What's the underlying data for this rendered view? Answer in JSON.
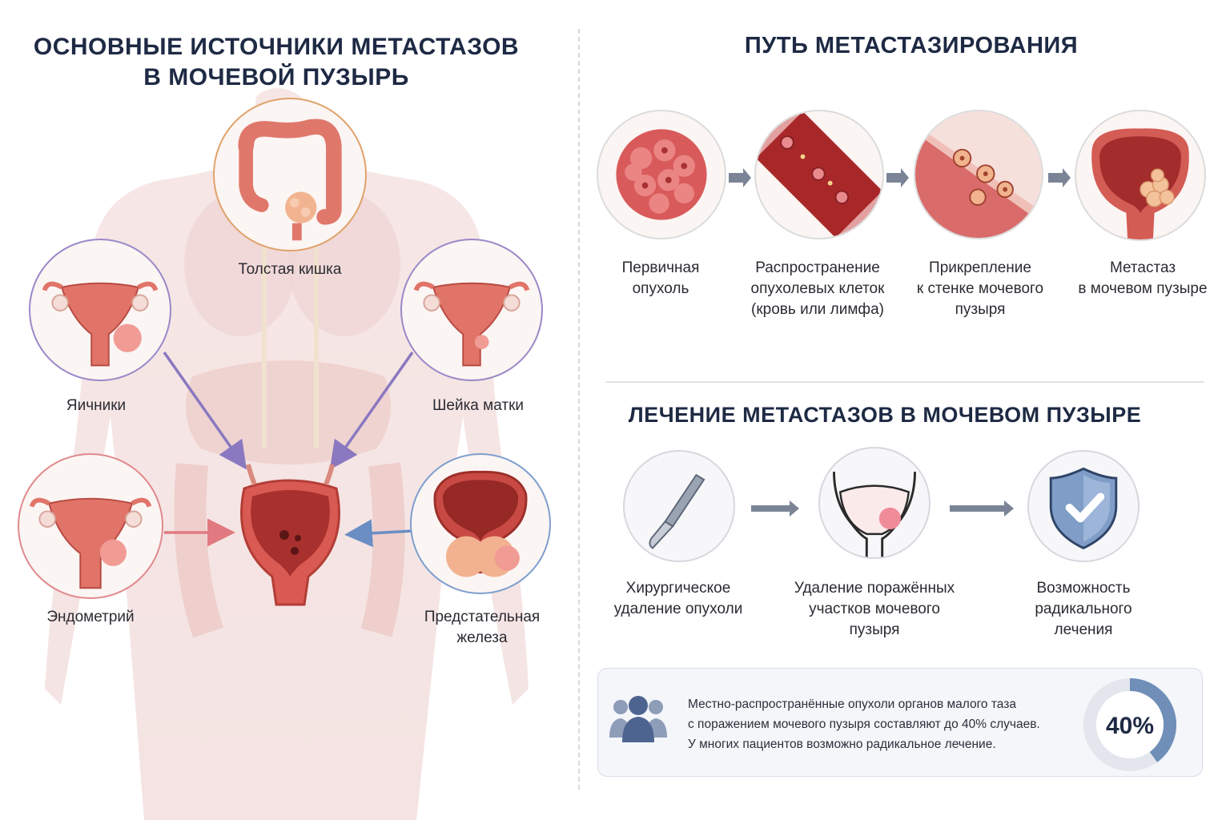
{
  "left_panel": {
    "title_line1": "ОСНОВНЫЕ ИСТОЧНИКИ МЕТАСТАЗОВ",
    "title_line2": "В МОЧЕВОЙ ПУЗЫРЬ",
    "sources": {
      "colon": "Толстая кишка",
      "ovaries": "Яичники",
      "cervix": "Шейка матки",
      "endometrium": "Эндометрий",
      "prostate_line1": "Предстательная",
      "prostate_line2": "железа"
    }
  },
  "pathway": {
    "title": "ПУТЬ МЕТАСТАЗИРОВАНИЯ",
    "steps": [
      {
        "line1": "Первичная",
        "line2": "опухоль",
        "line3": ""
      },
      {
        "line1": "Распространение",
        "line2": "опухолевых клеток",
        "line3": "(кровь или лимфа)"
      },
      {
        "line1": "Прикрепление",
        "line2": "к стенке мочевого",
        "line3": "пузыря"
      },
      {
        "line1": "Метастаз",
        "line2": "в мочевом пузыре",
        "line3": ""
      }
    ]
  },
  "treatment": {
    "title": "ЛЕЧЕНИЕ МЕТАСТАЗОВ В МОЧЕВОМ ПУЗЫРЕ",
    "steps": [
      {
        "line1": "Хирургическое",
        "line2": "удаление опухоли",
        "line3": ""
      },
      {
        "line1": "Удаление поражённых",
        "line2": "участков мочевого",
        "line3": "пузыря"
      },
      {
        "line1": "Возможность",
        "line2": "радикального",
        "line3": "лечения"
      }
    ]
  },
  "info": {
    "line1": "Местно-распространённые опухоли органов малого таза",
    "line2": "с поражением мочевого пузыря составляют до 40% случаев.",
    "line3": "У многих пациентов возможно радикальное лечение.",
    "percent_label": "40%",
    "percent_value": 40
  },
  "colors": {
    "title": "#1e2a44",
    "tissue": "#d9645e",
    "purple_arrow": "#8a78c0",
    "red_arrow": "#e07a80",
    "blue_arrow": "#6a8ec4",
    "gauge": "#6f8fb8"
  }
}
